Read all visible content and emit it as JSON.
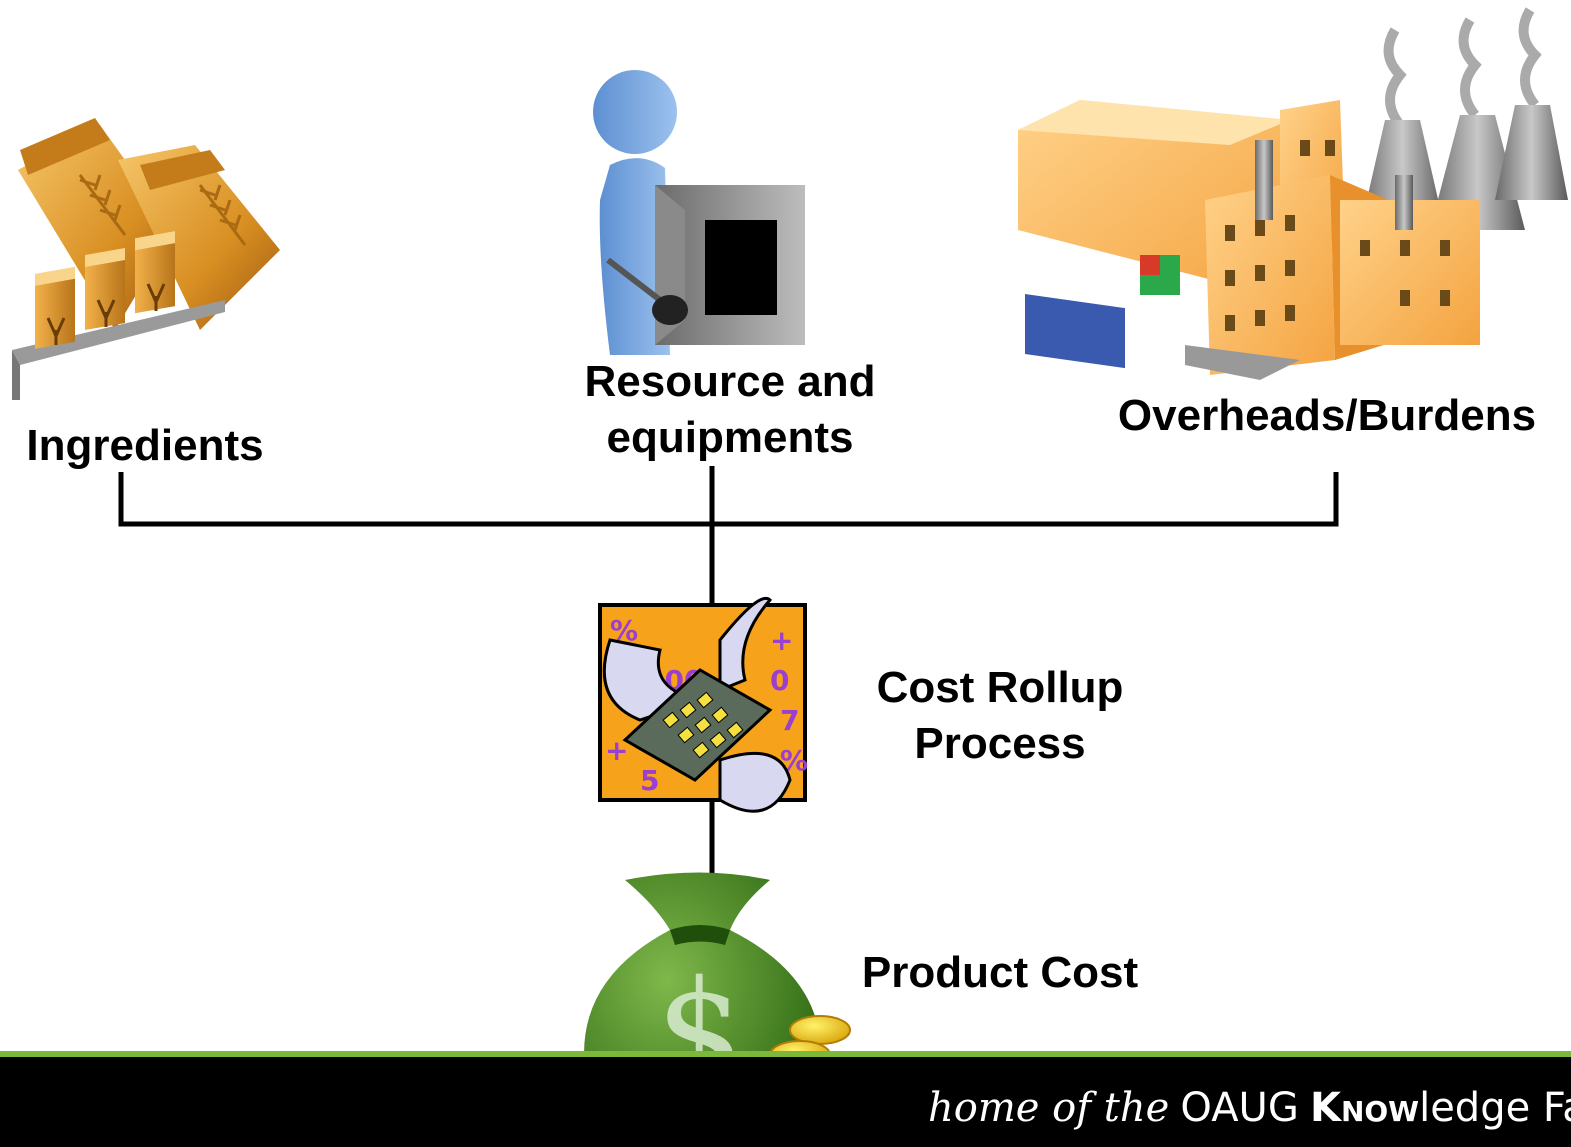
{
  "diagram": {
    "inputs": [
      {
        "label": "Ingredients",
        "icon": "ingredients-icon"
      },
      {
        "label": "Resource and equipments",
        "icon": "resource-equipment-icon"
      },
      {
        "label": "Overheads/Burdens",
        "icon": "factory-icon"
      }
    ],
    "process": {
      "label": "Cost Rollup Process",
      "icon": "calculator-icon"
    },
    "output": {
      "label": "Product Cost",
      "icon": "money-bag-icon"
    }
  },
  "labels": {
    "ingredients": "Ingredients",
    "resource_line1": "Resource and",
    "resource_line2": "equipments",
    "overheads": "Overheads/Burdens",
    "rollup_line1": "Cost Rollup",
    "rollup_line2": "Process",
    "product_cost": "Product Cost"
  },
  "footer": {
    "prefix": "home of the",
    "brand": "OAUG",
    "know": "Know",
    "rest": "ledge Fact",
    "band_color": "#000000",
    "accent_color": "#7ab93a"
  }
}
